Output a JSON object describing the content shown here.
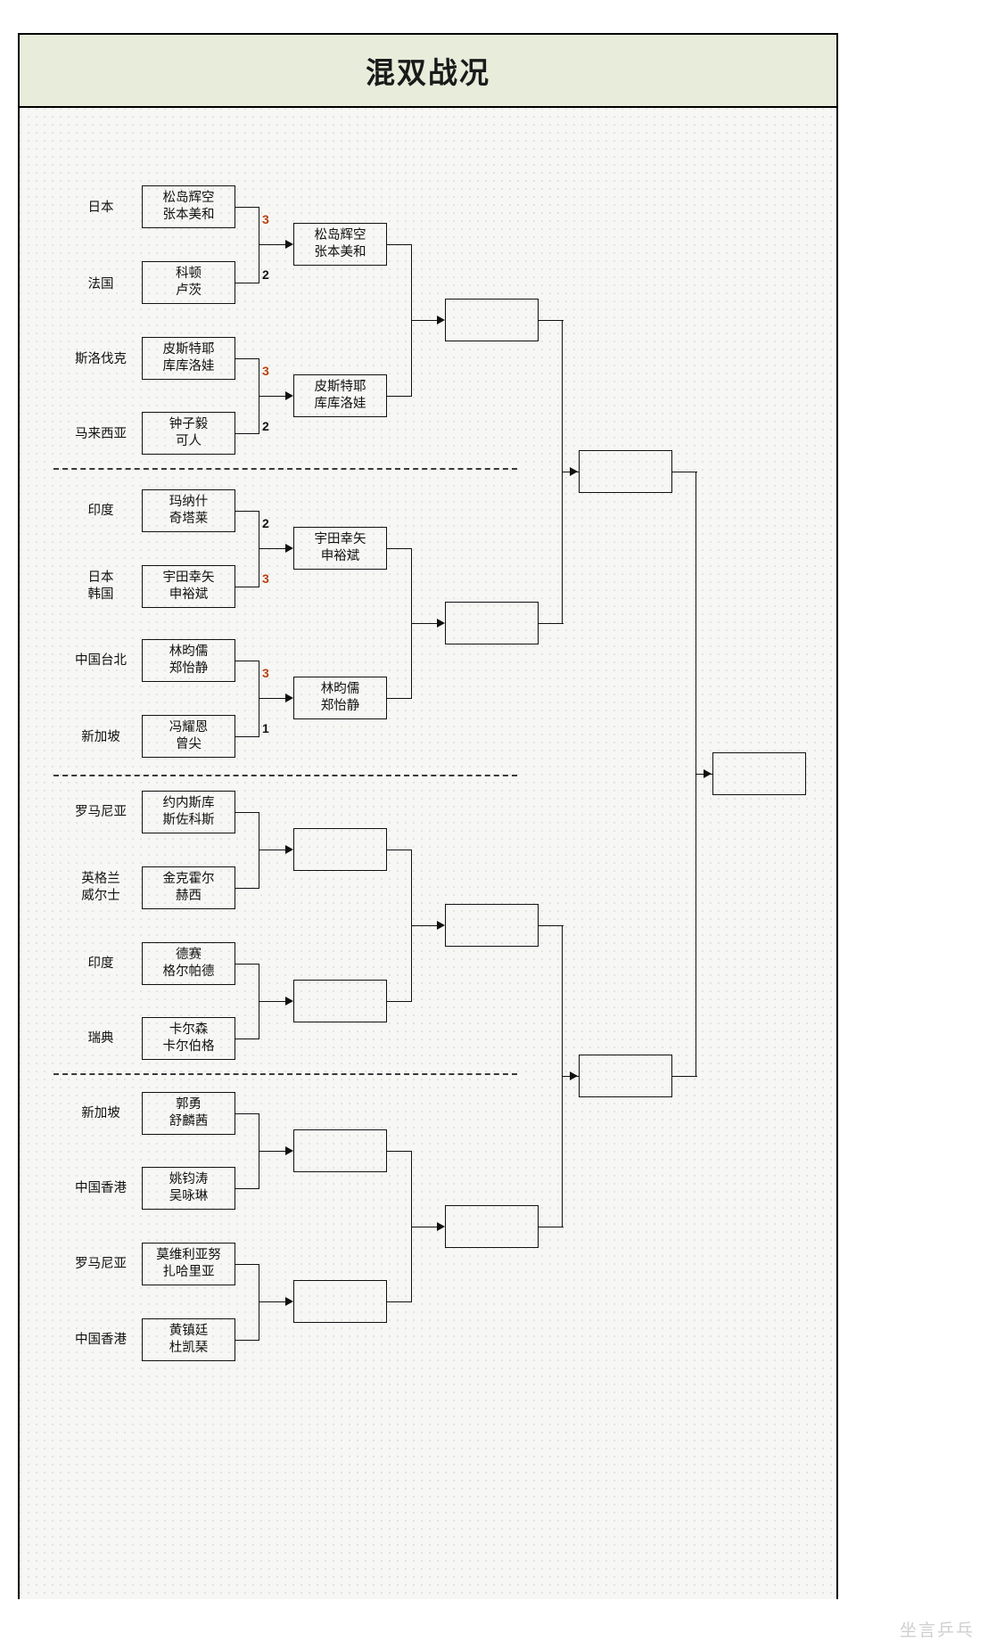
{
  "header": {
    "title": "混双战况"
  },
  "watermark": "坐言乒乓",
  "colors": {
    "title_bar_bg": "#e7ecdb",
    "canvas_bg": "#f7f7f5",
    "winner_score": "#b7410e",
    "loser_score": "#111111",
    "line": "#111111"
  },
  "chart_data": {
    "type": "bracket",
    "title": "混双战况",
    "rounds": 4,
    "entrants": [
      {
        "country": "日本",
        "players": [
          "松岛辉空",
          "张本美和"
        ]
      },
      {
        "country": "法国",
        "players": [
          "科顿",
          "卢茨"
        ]
      },
      {
        "country": "斯洛伐克",
        "players": [
          "皮斯特耶",
          "库库洛娃"
        ]
      },
      {
        "country": "马来西亚",
        "players": [
          "钟子毅",
          "可人"
        ]
      },
      {
        "country": "印度",
        "players": [
          "玛纳什",
          "奇塔莱"
        ]
      },
      {
        "country": "日本\n韩国",
        "players": [
          "宇田幸矢",
          "申裕斌"
        ]
      },
      {
        "country": "中国台北",
        "players": [
          "林昀儒",
          "郑怡静"
        ]
      },
      {
        "country": "新加坡",
        "players": [
          "冯耀恩",
          "曾尖"
        ]
      },
      {
        "country": "罗马尼亚",
        "players": [
          "约内斯库",
          "斯佐科斯"
        ]
      },
      {
        "country": "英格兰\n威尔士",
        "players": [
          "金克霍尔",
          "赫西"
        ]
      },
      {
        "country": "印度",
        "players": [
          "德赛",
          "格尔帕德"
        ]
      },
      {
        "country": "瑞典",
        "players": [
          "卡尔森",
          "卡尔伯格"
        ]
      },
      {
        "country": "新加坡",
        "players": [
          "郭勇",
          "舒麟茜"
        ]
      },
      {
        "country": "中国香港",
        "players": [
          "姚钧涛",
          "吴咏琳"
        ]
      },
      {
        "country": "罗马尼亚",
        "players": [
          "莫维利亚努",
          "扎哈里亚"
        ]
      },
      {
        "country": "中国香港",
        "players": [
          "黄镇廷",
          "杜凯琹"
        ]
      }
    ],
    "matches_r1": [
      {
        "top_score": "3",
        "bottom_score": "2",
        "winner": [
          "松岛辉空",
          "张本美和"
        ],
        "winner_side": "top"
      },
      {
        "top_score": "3",
        "bottom_score": "2",
        "winner": [
          "皮斯特耶",
          "库库洛娃"
        ],
        "winner_side": "top"
      },
      {
        "top_score": "2",
        "bottom_score": "3",
        "winner": [
          "宇田幸矢",
          "申裕斌"
        ],
        "winner_side": "bottom"
      },
      {
        "top_score": "3",
        "bottom_score": "1",
        "winner": [
          "林昀儒",
          "郑怡静"
        ],
        "winner_side": "top"
      },
      {
        "top_score": "",
        "bottom_score": "",
        "winner": [],
        "winner_side": ""
      },
      {
        "top_score": "",
        "bottom_score": "",
        "winner": [],
        "winner_side": ""
      },
      {
        "top_score": "",
        "bottom_score": "",
        "winner": [],
        "winner_side": ""
      },
      {
        "top_score": "",
        "bottom_score": "",
        "winner": [],
        "winner_side": ""
      }
    ]
  },
  "labels": {
    "c1": "日本",
    "c2": "法国",
    "c3": "斯洛伐克",
    "c4": "马来西亚",
    "c5": "印度",
    "c6a": "日本",
    "c6b": "韩国",
    "c7": "中国台北",
    "c8": "新加坡",
    "c9": "罗马尼亚",
    "c10a": "英格兰",
    "c10b": "威尔士",
    "c11": "印度",
    "c12": "瑞典",
    "c13": "新加坡",
    "c14": "中国香港",
    "c15": "罗马尼亚",
    "c16": "中国香港"
  },
  "teams": {
    "t1": {
      "l1": "松岛辉空",
      "l2": "张本美和"
    },
    "t2": {
      "l1": "科顿",
      "l2": "卢茨"
    },
    "t3": {
      "l1": "皮斯特耶",
      "l2": "库库洛娃"
    },
    "t4": {
      "l1": "钟子毅",
      "l2": "可人"
    },
    "t5": {
      "l1": "玛纳什",
      "l2": "奇塔莱"
    },
    "t6": {
      "l1": "宇田幸矢",
      "l2": "申裕斌"
    },
    "t7": {
      "l1": "林昀儒",
      "l2": "郑怡静"
    },
    "t8": {
      "l1": "冯耀恩",
      "l2": "曾尖"
    },
    "t9": {
      "l1": "约内斯库",
      "l2": "斯佐科斯"
    },
    "t10": {
      "l1": "金克霍尔",
      "l2": "赫西"
    },
    "t11": {
      "l1": "德赛",
      "l2": "格尔帕德"
    },
    "t12": {
      "l1": "卡尔森",
      "l2": "卡尔伯格"
    },
    "t13": {
      "l1": "郭勇",
      "l2": "舒麟茜"
    },
    "t14": {
      "l1": "姚钧涛",
      "l2": "吴咏琳"
    },
    "t15": {
      "l1": "莫维利亚努",
      "l2": "扎哈里亚"
    },
    "t16": {
      "l1": "黄镇廷",
      "l2": "杜凯琹"
    }
  },
  "winners_r2": {
    "w1": {
      "l1": "松岛辉空",
      "l2": "张本美和"
    },
    "w2": {
      "l1": "皮斯特耶",
      "l2": "库库洛娃"
    },
    "w3": {
      "l1": "宇田幸矢",
      "l2": "申裕斌"
    },
    "w4": {
      "l1": "林昀儒",
      "l2": "郑怡静"
    },
    "w5": {
      "l1": "",
      "l2": ""
    },
    "w6": {
      "l1": "",
      "l2": ""
    },
    "w7": {
      "l1": "",
      "l2": ""
    },
    "w8": {
      "l1": "",
      "l2": ""
    }
  },
  "scores": {
    "m1_top": "3",
    "m1_bot": "2",
    "m2_top": "3",
    "m2_bot": "2",
    "m3_top": "2",
    "m3_bot": "3",
    "m4_top": "3",
    "m4_bot": "1"
  }
}
